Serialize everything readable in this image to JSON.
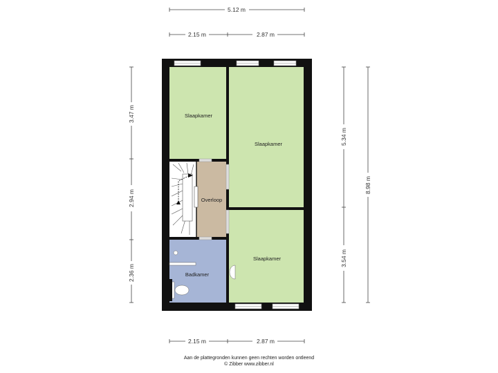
{
  "dimensions": {
    "top_total": "5.12 m",
    "top_left": "2.15 m",
    "top_right": "2.87 m",
    "bottom_left": "2.15 m",
    "bottom_right": "2.87 m",
    "left_top": "3.47 m",
    "left_middle": "2.94 m",
    "left_bottom": "2.36 m",
    "right_upper": "5.34 m",
    "right_lower": "3.54 m",
    "right_total": "8.98 m"
  },
  "rooms": {
    "bedroom_top_left": "Slaapkamer",
    "bedroom_top_right": "Slaapkamer",
    "bedroom_bottom_right": "Slaapkamer",
    "landing": "Overloop",
    "bathroom": "Badkamer"
  },
  "colors": {
    "bedroom": "#cde5af",
    "landing": "#cbbaa2",
    "bathroom": "#a6b5d6",
    "wall": "#111111"
  },
  "footer": {
    "line1": "Aan de plattegronden kunnen geen rechten worden ontleend",
    "line2": "© Zibber www.zibber.nl"
  }
}
